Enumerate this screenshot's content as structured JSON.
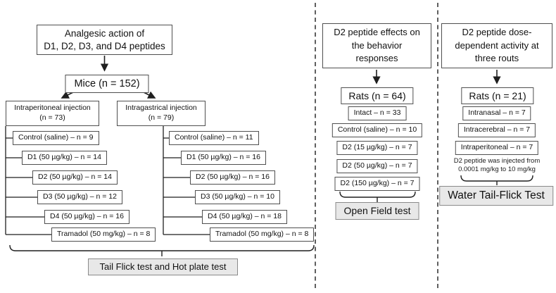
{
  "study1": {
    "title_lines": [
      "Analgesic action of",
      "D1, D2, D3, and D4 peptides"
    ],
    "root_label": "Mice (n = 152)",
    "groups": [
      {
        "title_lines": [
          "Intraperitoneal injection",
          "(n = 73)"
        ],
        "items": [
          "Control (saline) – n = 9",
          "D1 (50 µg/kg) – n = 14",
          "D2 (50 µg/kg) – n = 14",
          "D3 (50 µg/kg) – n = 12",
          "D4 (50 µg/kg) – n = 16",
          "Tramadol (50 mg/kg) – n = 8"
        ]
      },
      {
        "title_lines": [
          "Intragastrical injection",
          "(n = 79)"
        ],
        "items": [
          "Control (saline) – n = 11",
          "D1 (50 µg/kg) – n = 16",
          "D2 (50 µg/kg) – n = 16",
          "D3 (50 µg/kg) – n = 10",
          "D4 (50 µg/kg) – n = 18",
          "Tramadol (50 mg/kg) – n = 8"
        ]
      }
    ],
    "outcome_label": "Tail Flick test and Hot plate test"
  },
  "study2": {
    "title_lines": [
      "D2 peptide effects on",
      "the behavior",
      "responses"
    ],
    "root_label": "Rats (n = 64)",
    "items": [
      "Intact – n = 33",
      "Control (saline) – n = 10",
      "D2 (15 µg/kg) – n = 7",
      "D2 (50 µg/kg) – n = 7",
      "D2 (150 µg/kg) – n = 7"
    ],
    "outcome_label": "Open Field test"
  },
  "study3": {
    "title_lines": [
      "D2 peptide dose-",
      "dependent activity at",
      "three routs"
    ],
    "root_label": "Rats (n = 21)",
    "items": [
      "Intranasal – n = 7",
      "Intracerebral – n = 7",
      "Intraperitoneal – n = 7"
    ],
    "note_lines": [
      "D2 peptide was injected from",
      "0.0001 mg/kg to 10 mg/kg"
    ],
    "outcome_label": "Water Tail-Flick Test"
  },
  "colors": {
    "box_border": "#4f4f4f",
    "line": "#1f1f1f",
    "outcome_fill": "#e8e8e8",
    "outcome_border": "#8a8a8a"
  }
}
